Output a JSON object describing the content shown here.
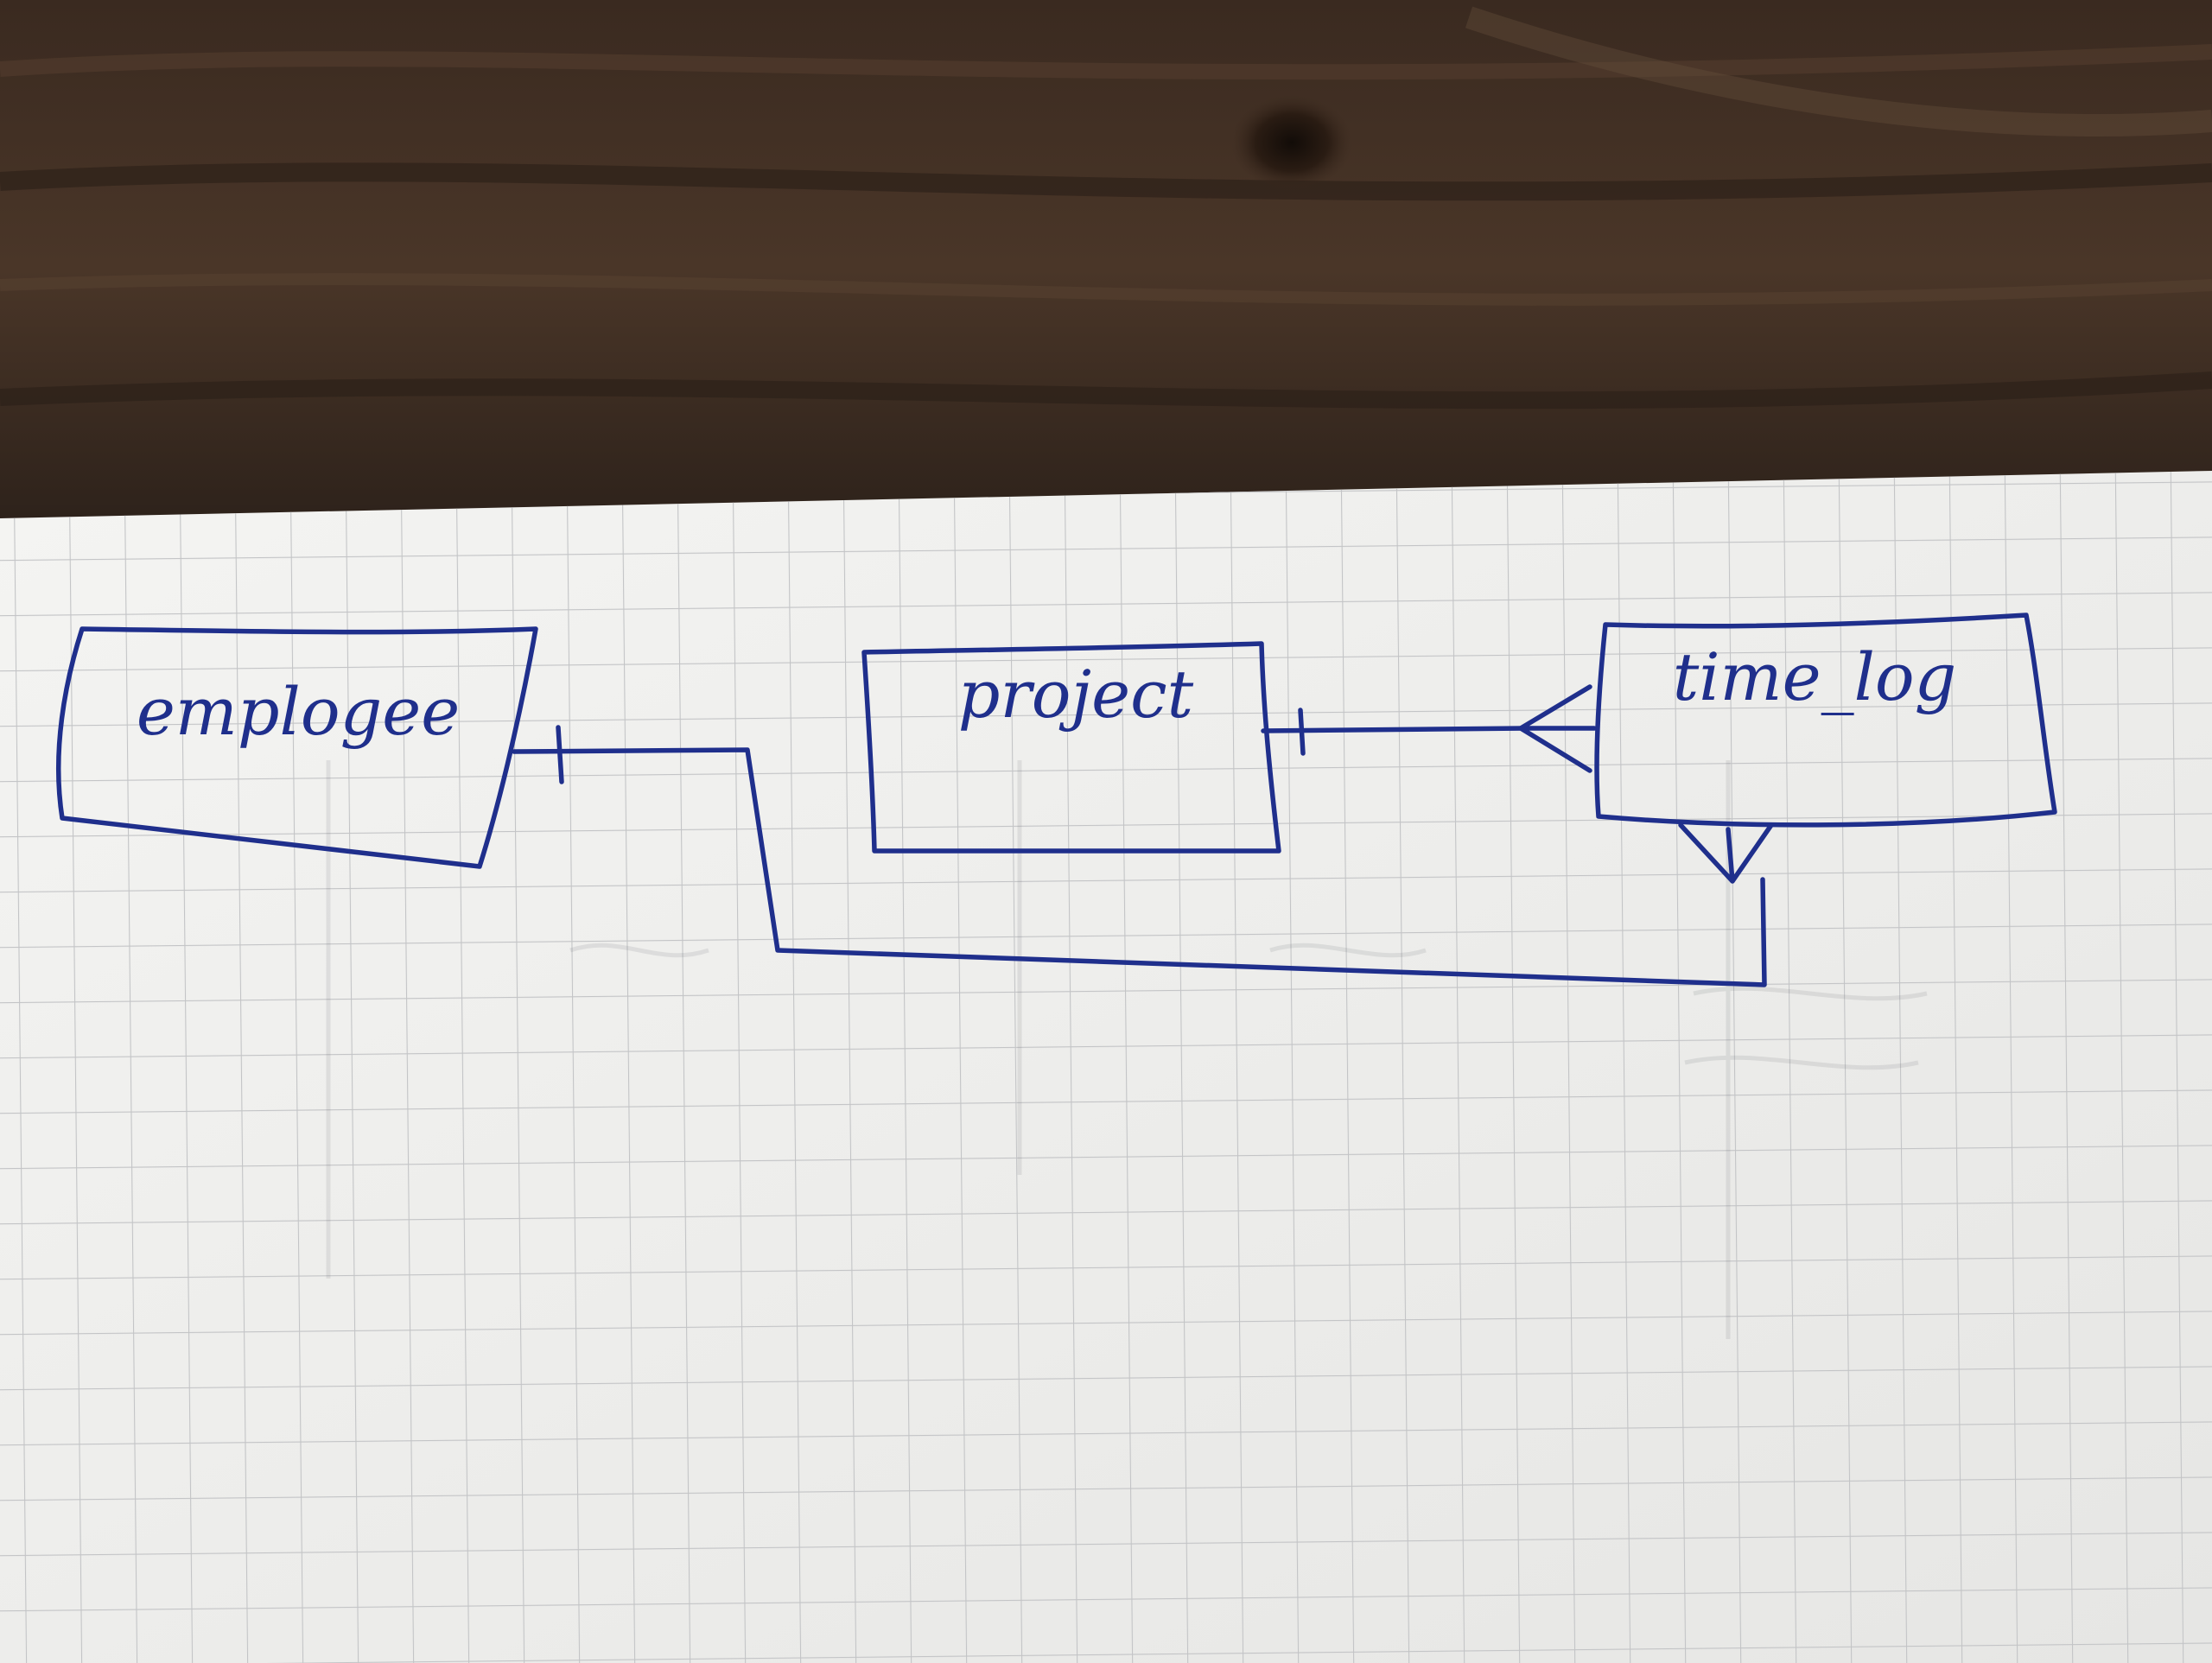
{
  "diagram": {
    "type": "entity-relationship sketch",
    "entities": [
      {
        "id": "employee",
        "label": "emplogee"
      },
      {
        "id": "project",
        "label": "project"
      },
      {
        "id": "time_log",
        "label": "time_log"
      }
    ],
    "relationships": [
      {
        "from": "employee",
        "to": "time_log",
        "from_cardinality": "one",
        "to_cardinality": "many"
      },
      {
        "from": "project",
        "to": "time_log",
        "from_cardinality": "one",
        "to_cardinality": "many"
      }
    ]
  },
  "colors": {
    "ink": "#1f2f8c",
    "paper": "#f1f1ef",
    "grid": "#c3c4c6",
    "desk": "#3d2c20"
  }
}
